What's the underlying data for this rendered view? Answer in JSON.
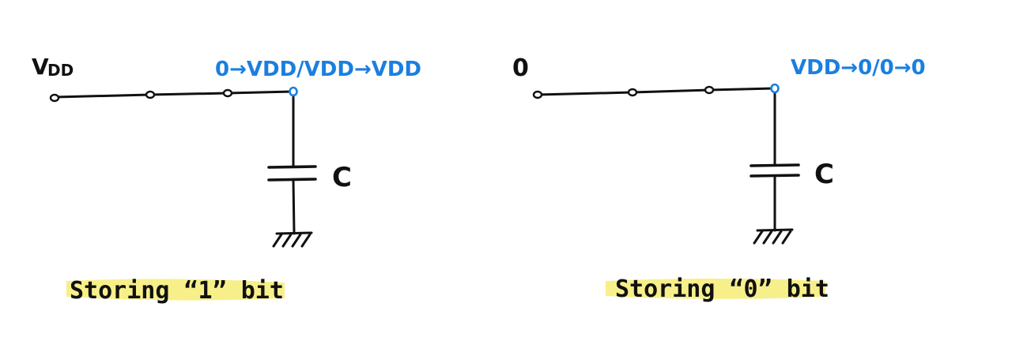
{
  "colors": {
    "ink": "#111111",
    "annotation": "#1a7fe0",
    "highlight": "#f7f08a"
  },
  "circuits": [
    {
      "source_label_main": "V",
      "source_label_sub": "DD",
      "node_annotation": "0→VDD/VDD→VDD",
      "capacitor_label": "C",
      "caption": "Storing “1” bit"
    },
    {
      "source_label_main": "0",
      "source_label_sub": "",
      "node_annotation": "VDD→0/0→0",
      "capacitor_label": "C",
      "caption": "Storing “0” bit"
    }
  ]
}
